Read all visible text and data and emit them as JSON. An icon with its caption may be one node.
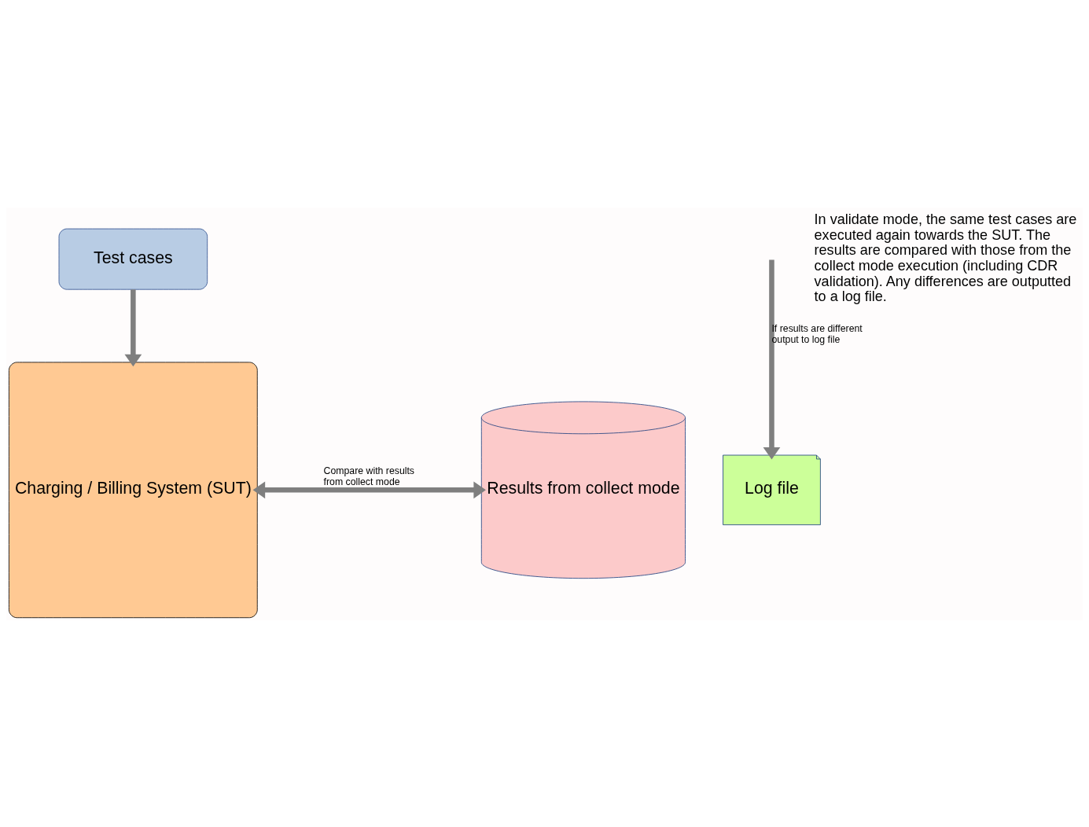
{
  "diagram": {
    "nodes": [
      {
        "text": [
          "Test cases"
        ]
      },
      {
        "text": [
          "Charging / Billing System (SUT)"
        ]
      },
      {
        "text": [
          "Results from collect mode"
        ]
      },
      {
        "text": [
          "Log file"
        ]
      }
    ],
    "edges": [
      {
        "from": 0,
        "to": 1,
        "arrow": "to"
      },
      {
        "from": 1,
        "to": 2,
        "arrow": "both",
        "label": "Compare with results from collect mode"
      },
      {
        "from": null,
        "to": 3,
        "arrow": "to",
        "label": "If results are different output to log file"
      }
    ],
    "labels": [
      "In validate mode, the same test cases are executed again towards the SUT. The results are compared with those from the collect mode execution (including CDR validation). Any differences are outputted to a log file."
    ]
  }
}
